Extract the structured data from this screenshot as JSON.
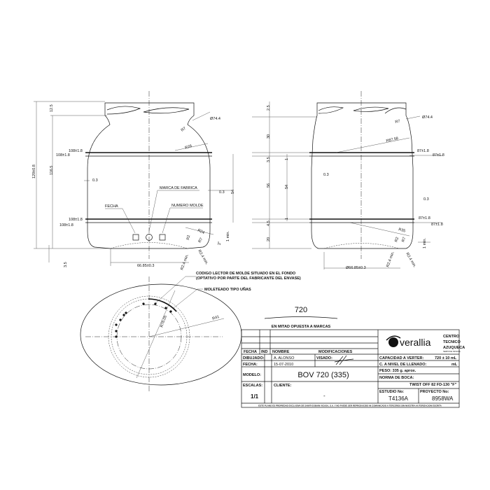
{
  "front_view": {
    "total_height": "129±0.8",
    "body_height": "116.5",
    "finish_height": "12.5",
    "diameter_finish": "Ø74.4",
    "r_shoulder_small": "R7",
    "r_shoulder": "R26",
    "band_top_1": "108±1.8",
    "band_top_2": "108±1.8",
    "band_bot_1": "108±1.8",
    "band_bot_2": "108±1.8",
    "tol_left": "0.3",
    "tol_right": "0.3",
    "label_height": "54",
    "marca": "MARCA DE FABRICA",
    "fecha": "FECHA",
    "numero_molde": "NUMERO MOLDE",
    "r24": "R24",
    "r7b": "R7",
    "r2": "R2",
    "r24min_1": "R2.4 min.",
    "r24min_2": "R2.4 min.",
    "one_min": "1 min.",
    "angle": "2°",
    "base_height": "3.5",
    "base_diameter": "66.85±0.3"
  },
  "side_view": {
    "h1": "2.5",
    "h2": "30",
    "h3": "3.5",
    "h4": "56",
    "h5": "4.5",
    "h6": "20",
    "label_height": "54",
    "one_a": "1",
    "one_b": "1",
    "diameter_finish": "Ø74.4",
    "r_small": "R7",
    "r_large": "R87.58",
    "band_top_1": "87±1.8",
    "band_top_2": "87±1.8",
    "band_bot_1": "87±1.8",
    "band_bot_2": "87±1.8",
    "tol_left": "0.3",
    "tol_right": "0.3",
    "r35": "R35",
    "r2": "R2",
    "r7": "R7",
    "r24min_1": "R2.4 min.",
    "r24min_2": "R2.4 min.",
    "one_min": "1 min.",
    "base_diameter": "Ø66.85±0.3"
  },
  "bottom_view": {
    "note_1": "CODIGO LECTOR DE MOLDE SITUADO EN EL FONDO",
    "note_2": "(OPTATIVO POR PARTE DEL FABRICANTE DEL ENVASE)",
    "note_3": "MOLETEADO TIPO UÑAS",
    "r_inner": "R76.05",
    "r_outer": "R41"
  },
  "engraving": {
    "capacity": "720",
    "caption": "EN MITAD OPUESTA A MARCAS"
  },
  "title_block": {
    "hdr_fecha": "FECHA",
    "hdr_ind": "IND",
    "hdr_nombre": "NOMBRE",
    "hdr_modificaciones": "MODIFICACIONES",
    "dibujado_label": "DIBUJADO:",
    "dibujado_value": "A. ALONSO",
    "visado_label": "VISADO:",
    "fecha_label": "FECHA:",
    "fecha_value": "15-07-2010",
    "modelo_label": "MODELO:",
    "modelo_value": "BOV 720 (335)",
    "escalas_label": "ESCALAS:",
    "escalas_value": "1/1",
    "clientes_label": "CLIENTE:",
    "clientes_value": "-",
    "logo": "verallia",
    "centro_1": "CENTRO",
    "centro_2": "TECNICO",
    "centro_3": "AZUQUECA",
    "centro_4": "SERVICE MOLDS",
    "capacidad_label": "CAPACIDAD A VERTER:",
    "capacidad_value": "720 ± 10 mL",
    "nivel_label": "C. A NIVEL DE LLENADO:",
    "nivel_value": "mL",
    "peso": "PESO: 335 g. aprox.",
    "norma_label": "NORMA DE BOCA:",
    "norma_value": "TWIST OFF 82 FD-130 \"F\"",
    "estudio_label": "ESTUDIO No:",
    "estudio_value": "T4136A",
    "proyecto_label": "PROYECTO No:",
    "proyecto_value": "8958WA",
    "footer": "ESTE PLANO ES PROPIEDAD EXCLUSIVA DE SAINT-GOBAIN VICASA, S.A. Y NO PUEDE SER REPRODUCIDO NI COMUNICADO A TERCEROS SIN NUESTRA AUTORIZACION ESCRITA"
  }
}
